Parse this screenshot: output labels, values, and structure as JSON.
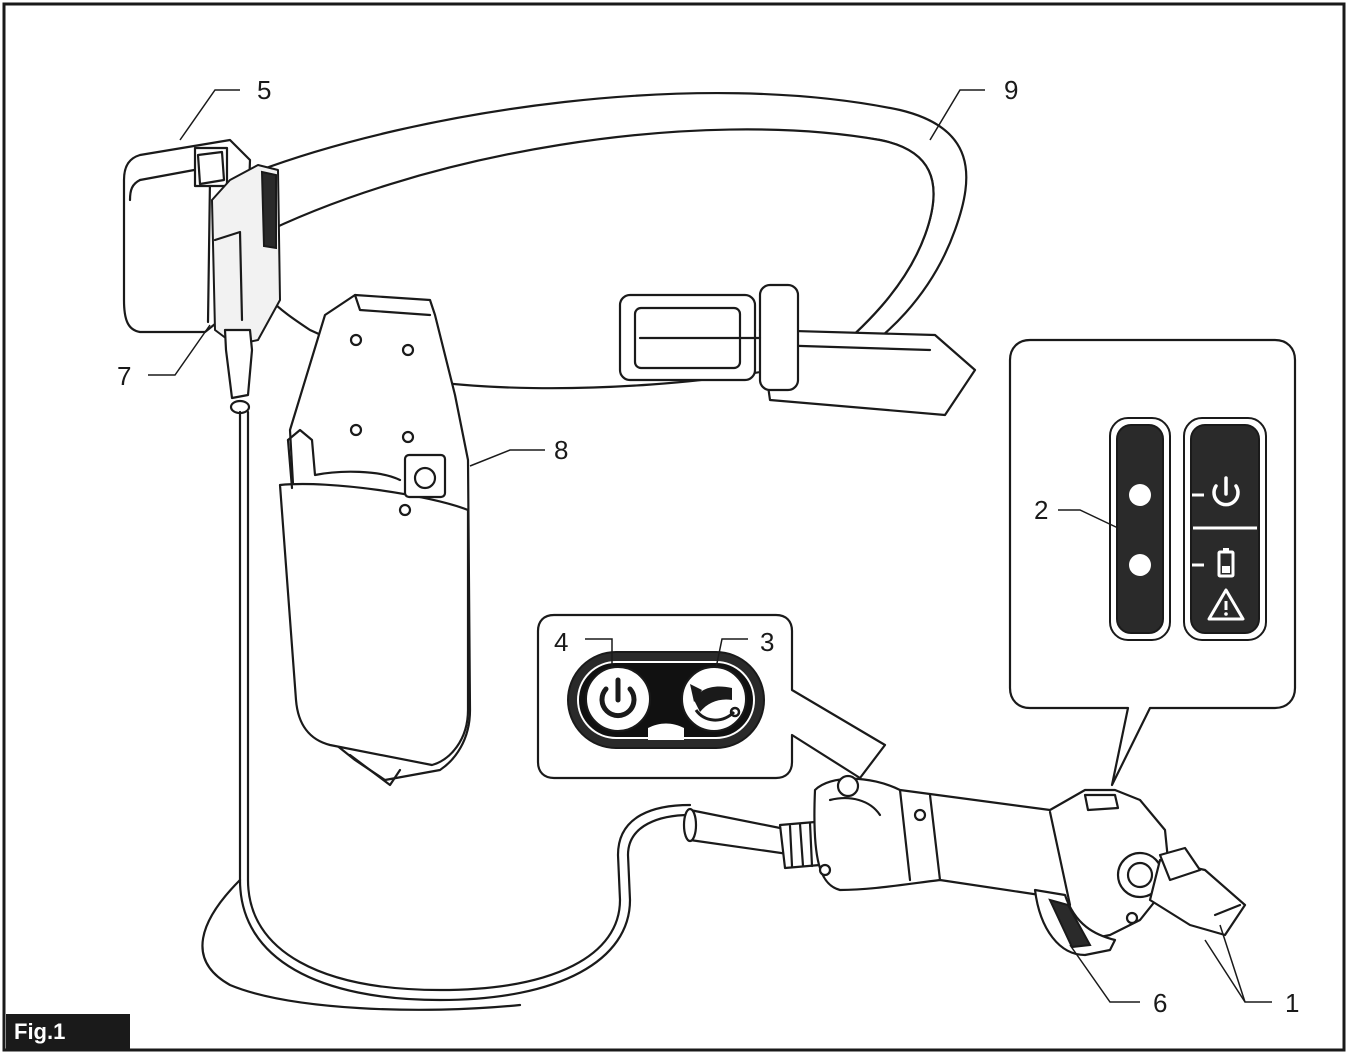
{
  "figure": {
    "label": "Fig.1"
  },
  "callouts": [
    {
      "id": "1",
      "text": "1"
    },
    {
      "id": "2",
      "text": "2"
    },
    {
      "id": "3",
      "text": "3"
    },
    {
      "id": "4",
      "text": "4"
    },
    {
      "id": "5",
      "text": "5"
    },
    {
      "id": "6",
      "text": "6"
    },
    {
      "id": "7",
      "text": "7"
    },
    {
      "id": "8",
      "text": "8"
    },
    {
      "id": "9",
      "text": "9"
    }
  ],
  "icons": {
    "power": "power-icon",
    "mode": "blade-mode-icon",
    "battery": "battery-icon",
    "warning": "warning-icon"
  },
  "colors": {
    "ink": "#1a1a1a",
    "panel": "#2a2a2a",
    "paper": "#ffffff"
  }
}
